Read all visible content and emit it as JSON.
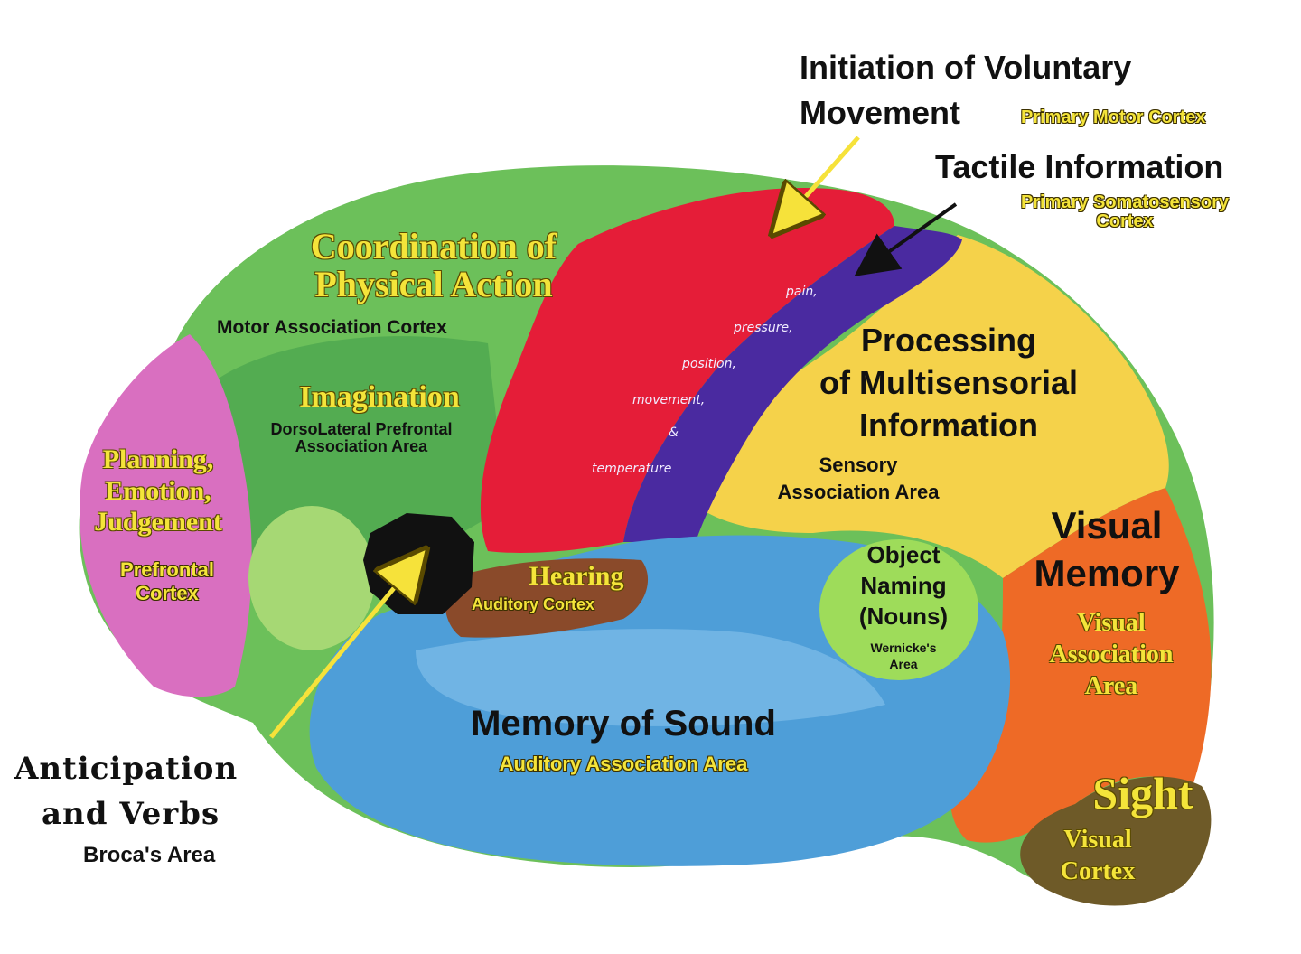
{
  "labels": {
    "voluntary_title_1": "Initiation of Voluntary",
    "voluntary_title_2": "Movement",
    "voluntary_sub": "Primary Motor Cortex",
    "tactile_title": "Tactile Information",
    "tactile_sub_1": "Primary Somatosensory",
    "tactile_sub_2": "Cortex",
    "coord_1": "Coordination of",
    "coord_2": "Physical Action",
    "coord_sub": "Motor Association Cortex",
    "imagination": "Imagination",
    "imagination_sub_1": "DorsoLateral Prefrontal",
    "imagination_sub_2": "Association Area",
    "planning_1": "Planning,",
    "planning_2": "Emotion,",
    "planning_3": "Judgement",
    "planning_sub_1": "Prefrontal",
    "planning_sub_2": "Cortex",
    "somato_1": "pain,",
    "somato_2": "pressure,",
    "somato_3": "position,",
    "somato_4": "movement,",
    "somato_5": "&",
    "somato_6": "temperature",
    "processing_1": "Processing",
    "processing_2": "of Multisensorial",
    "processing_3": "Information",
    "sensory_1": "Sensory",
    "sensory_2": "Association Area",
    "visual_memory_1": "Visual",
    "visual_memory_2": "Memory",
    "visual_assoc_1": "Visual",
    "visual_assoc_2": "Association",
    "visual_assoc_3": "Area",
    "object_1": "Object",
    "object_2": "Naming",
    "object_3": "(Nouns)",
    "wernicke_1": "Wernicke's",
    "wernicke_2": "Area",
    "hearing": "Hearing",
    "hearing_sub": "Auditory Cortex",
    "memory_sound": "Memory of Sound",
    "memory_sound_sub": "Auditory Association Area",
    "anticipation_1": "Anticipation",
    "anticipation_2": "and Verbs",
    "broca": "Broca's Area",
    "sight": "Sight",
    "sight_sub_1": "Visual",
    "sight_sub_2": "Cortex"
  },
  "colors": {
    "prefrontal": "#d96fc0",
    "frontal_green": "#6cc05a",
    "motor_red": "#e51d38",
    "somatosensory_purple": "#4a2aa0",
    "parietal_yellow": "#f5d24a",
    "occipital_orange": "#ee6a26",
    "visual_cortex_olive": "#6e5a28",
    "temporal_blue": "#4e9ed8",
    "wernicke_green": "#9edc5a",
    "hearing_brown": "#8a4a2a",
    "broca_black": "#111111",
    "arrow_yellow": "#f6e23a"
  }
}
